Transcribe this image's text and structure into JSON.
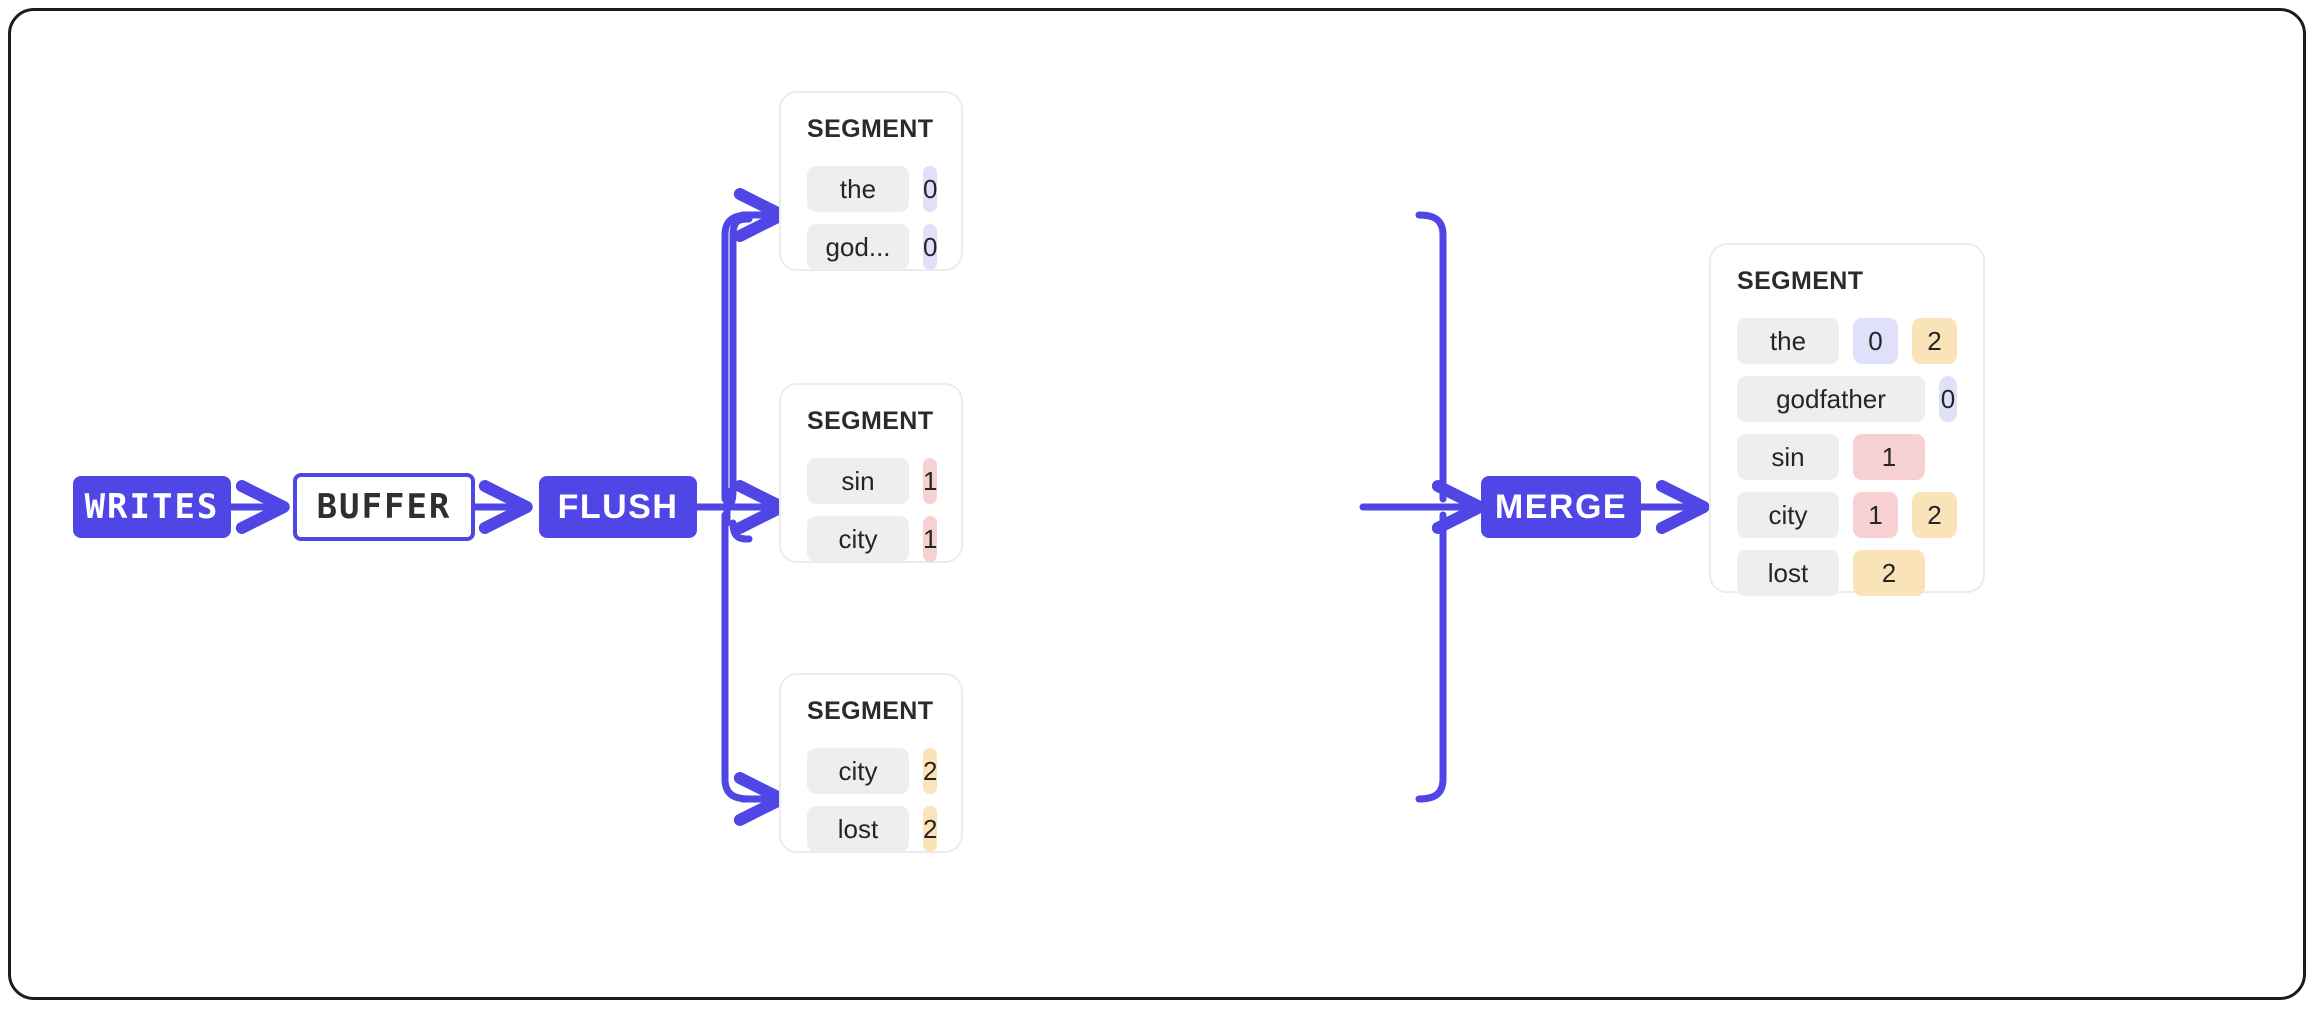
{
  "diagram": {
    "title": "LSM write path: writes buffered, flushed to segments, merged",
    "accent_color": "#4F46E5",
    "card_border_color": "#ececec",
    "key_chip_color": "#eeeeee",
    "value_colors": {
      "blue": "#E0E0FA",
      "pink": "#F7D1D1",
      "amber": "#FAE3B8"
    }
  },
  "pipeline": {
    "writes": {
      "label": "WRITES",
      "style": "filled"
    },
    "buffer": {
      "label": "BUFFER",
      "style": "outline"
    },
    "flush": {
      "label": "FLUSH",
      "style": "filled"
    },
    "merge": {
      "label": "MERGE",
      "style": "filled"
    }
  },
  "segments": [
    {
      "title": "SEGMENT",
      "rows": [
        {
          "key": "the",
          "values": [
            {
              "text": "0",
              "color": "blue"
            }
          ]
        },
        {
          "key": "god...",
          "values": [
            {
              "text": "0",
              "color": "blue"
            }
          ]
        }
      ]
    },
    {
      "title": "SEGMENT",
      "rows": [
        {
          "key": "sin",
          "values": [
            {
              "text": "1",
              "color": "pink"
            }
          ]
        },
        {
          "key": "city",
          "values": [
            {
              "text": "1",
              "color": "pink"
            }
          ]
        }
      ]
    },
    {
      "title": "SEGMENT",
      "rows": [
        {
          "key": "city",
          "values": [
            {
              "text": "2",
              "color": "amber"
            }
          ]
        },
        {
          "key": "lost",
          "values": [
            {
              "text": "2",
              "color": "amber"
            }
          ]
        }
      ]
    }
  ],
  "merged_segment": {
    "title": "SEGMENT",
    "rows": [
      {
        "key": "the",
        "values": [
          {
            "text": "0",
            "color": "blue"
          },
          {
            "text": "2",
            "color": "amber"
          }
        ]
      },
      {
        "key": "godfather",
        "values": [
          {
            "text": "0",
            "color": "blue"
          }
        ]
      },
      {
        "key": "sin",
        "values": [
          {
            "text": "1",
            "color": "pink"
          }
        ]
      },
      {
        "key": "city",
        "values": [
          {
            "text": "1",
            "color": "pink"
          },
          {
            "text": "2",
            "color": "amber"
          }
        ]
      },
      {
        "key": "lost",
        "values": [
          {
            "text": "2",
            "color": "amber"
          }
        ]
      }
    ]
  }
}
